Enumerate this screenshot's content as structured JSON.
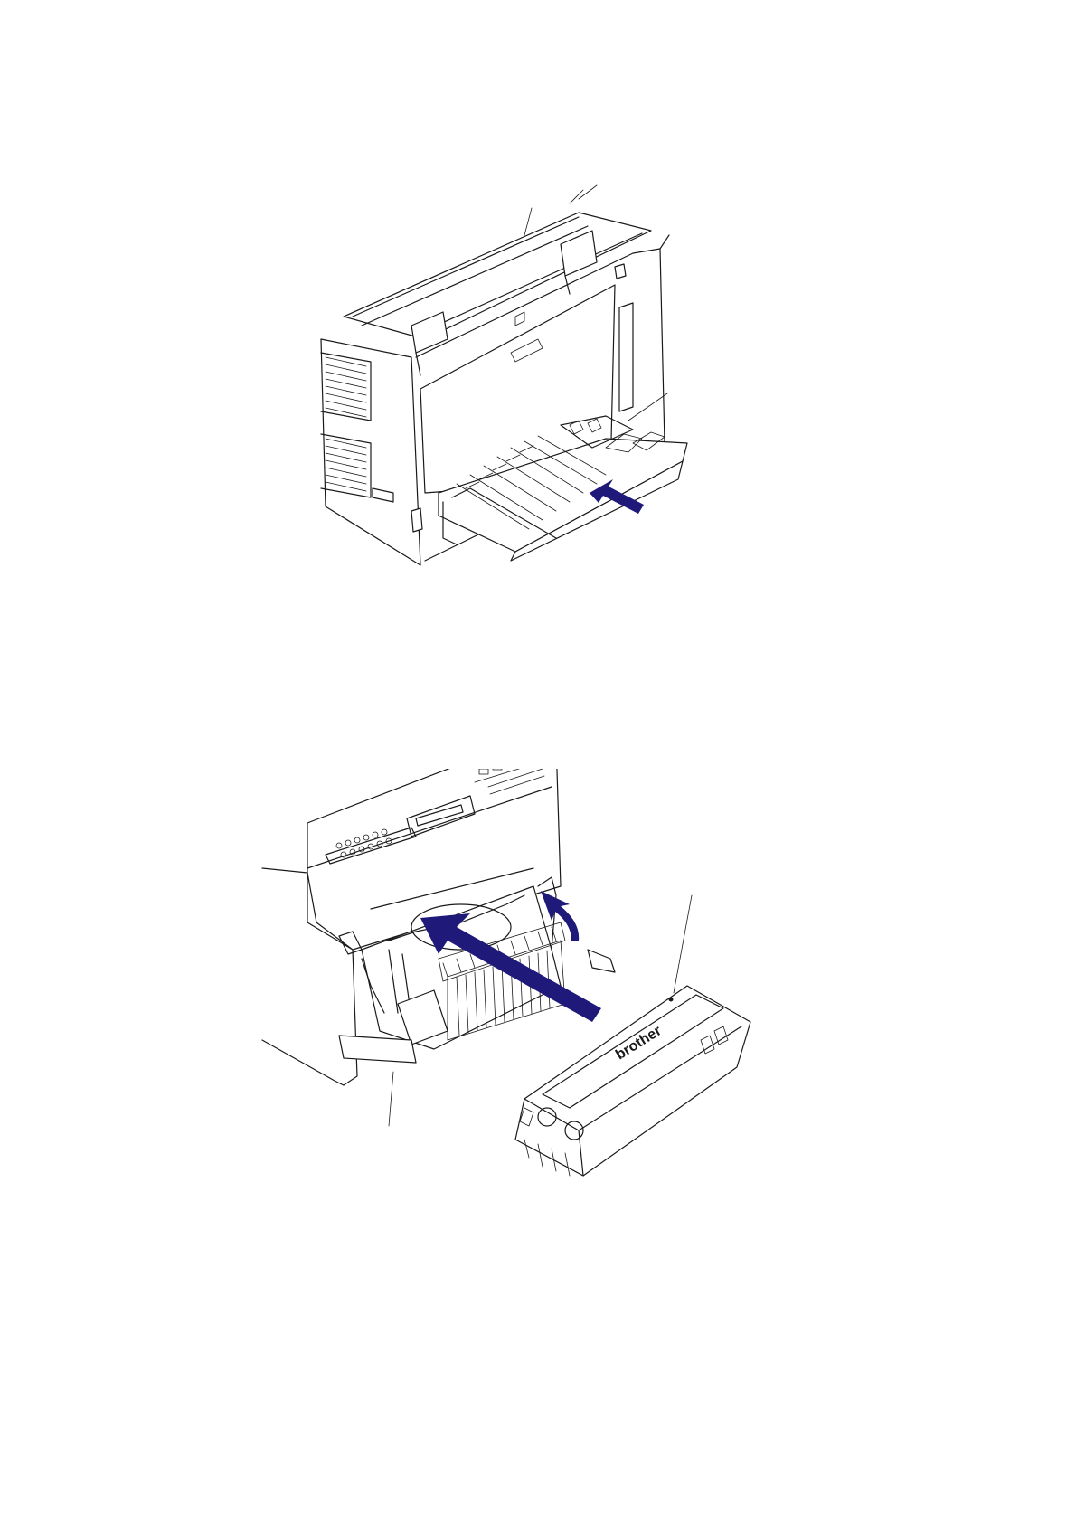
{
  "figures": [
    {
      "id": "fig-top",
      "kind": "line-illustration"
    },
    {
      "id": "fig-bottom",
      "kind": "line-illustration",
      "logo_text": "brother"
    }
  ],
  "colors": {
    "arrow": "#1f1a7a",
    "line": "#1a1a1a",
    "background": "#ffffff"
  },
  "icons": {
    "push_arrow": "push-in-arrow-icon",
    "insert_arrow": "insert-arrow-icon",
    "curved_arrow": "curved-return-arrow-icon"
  }
}
